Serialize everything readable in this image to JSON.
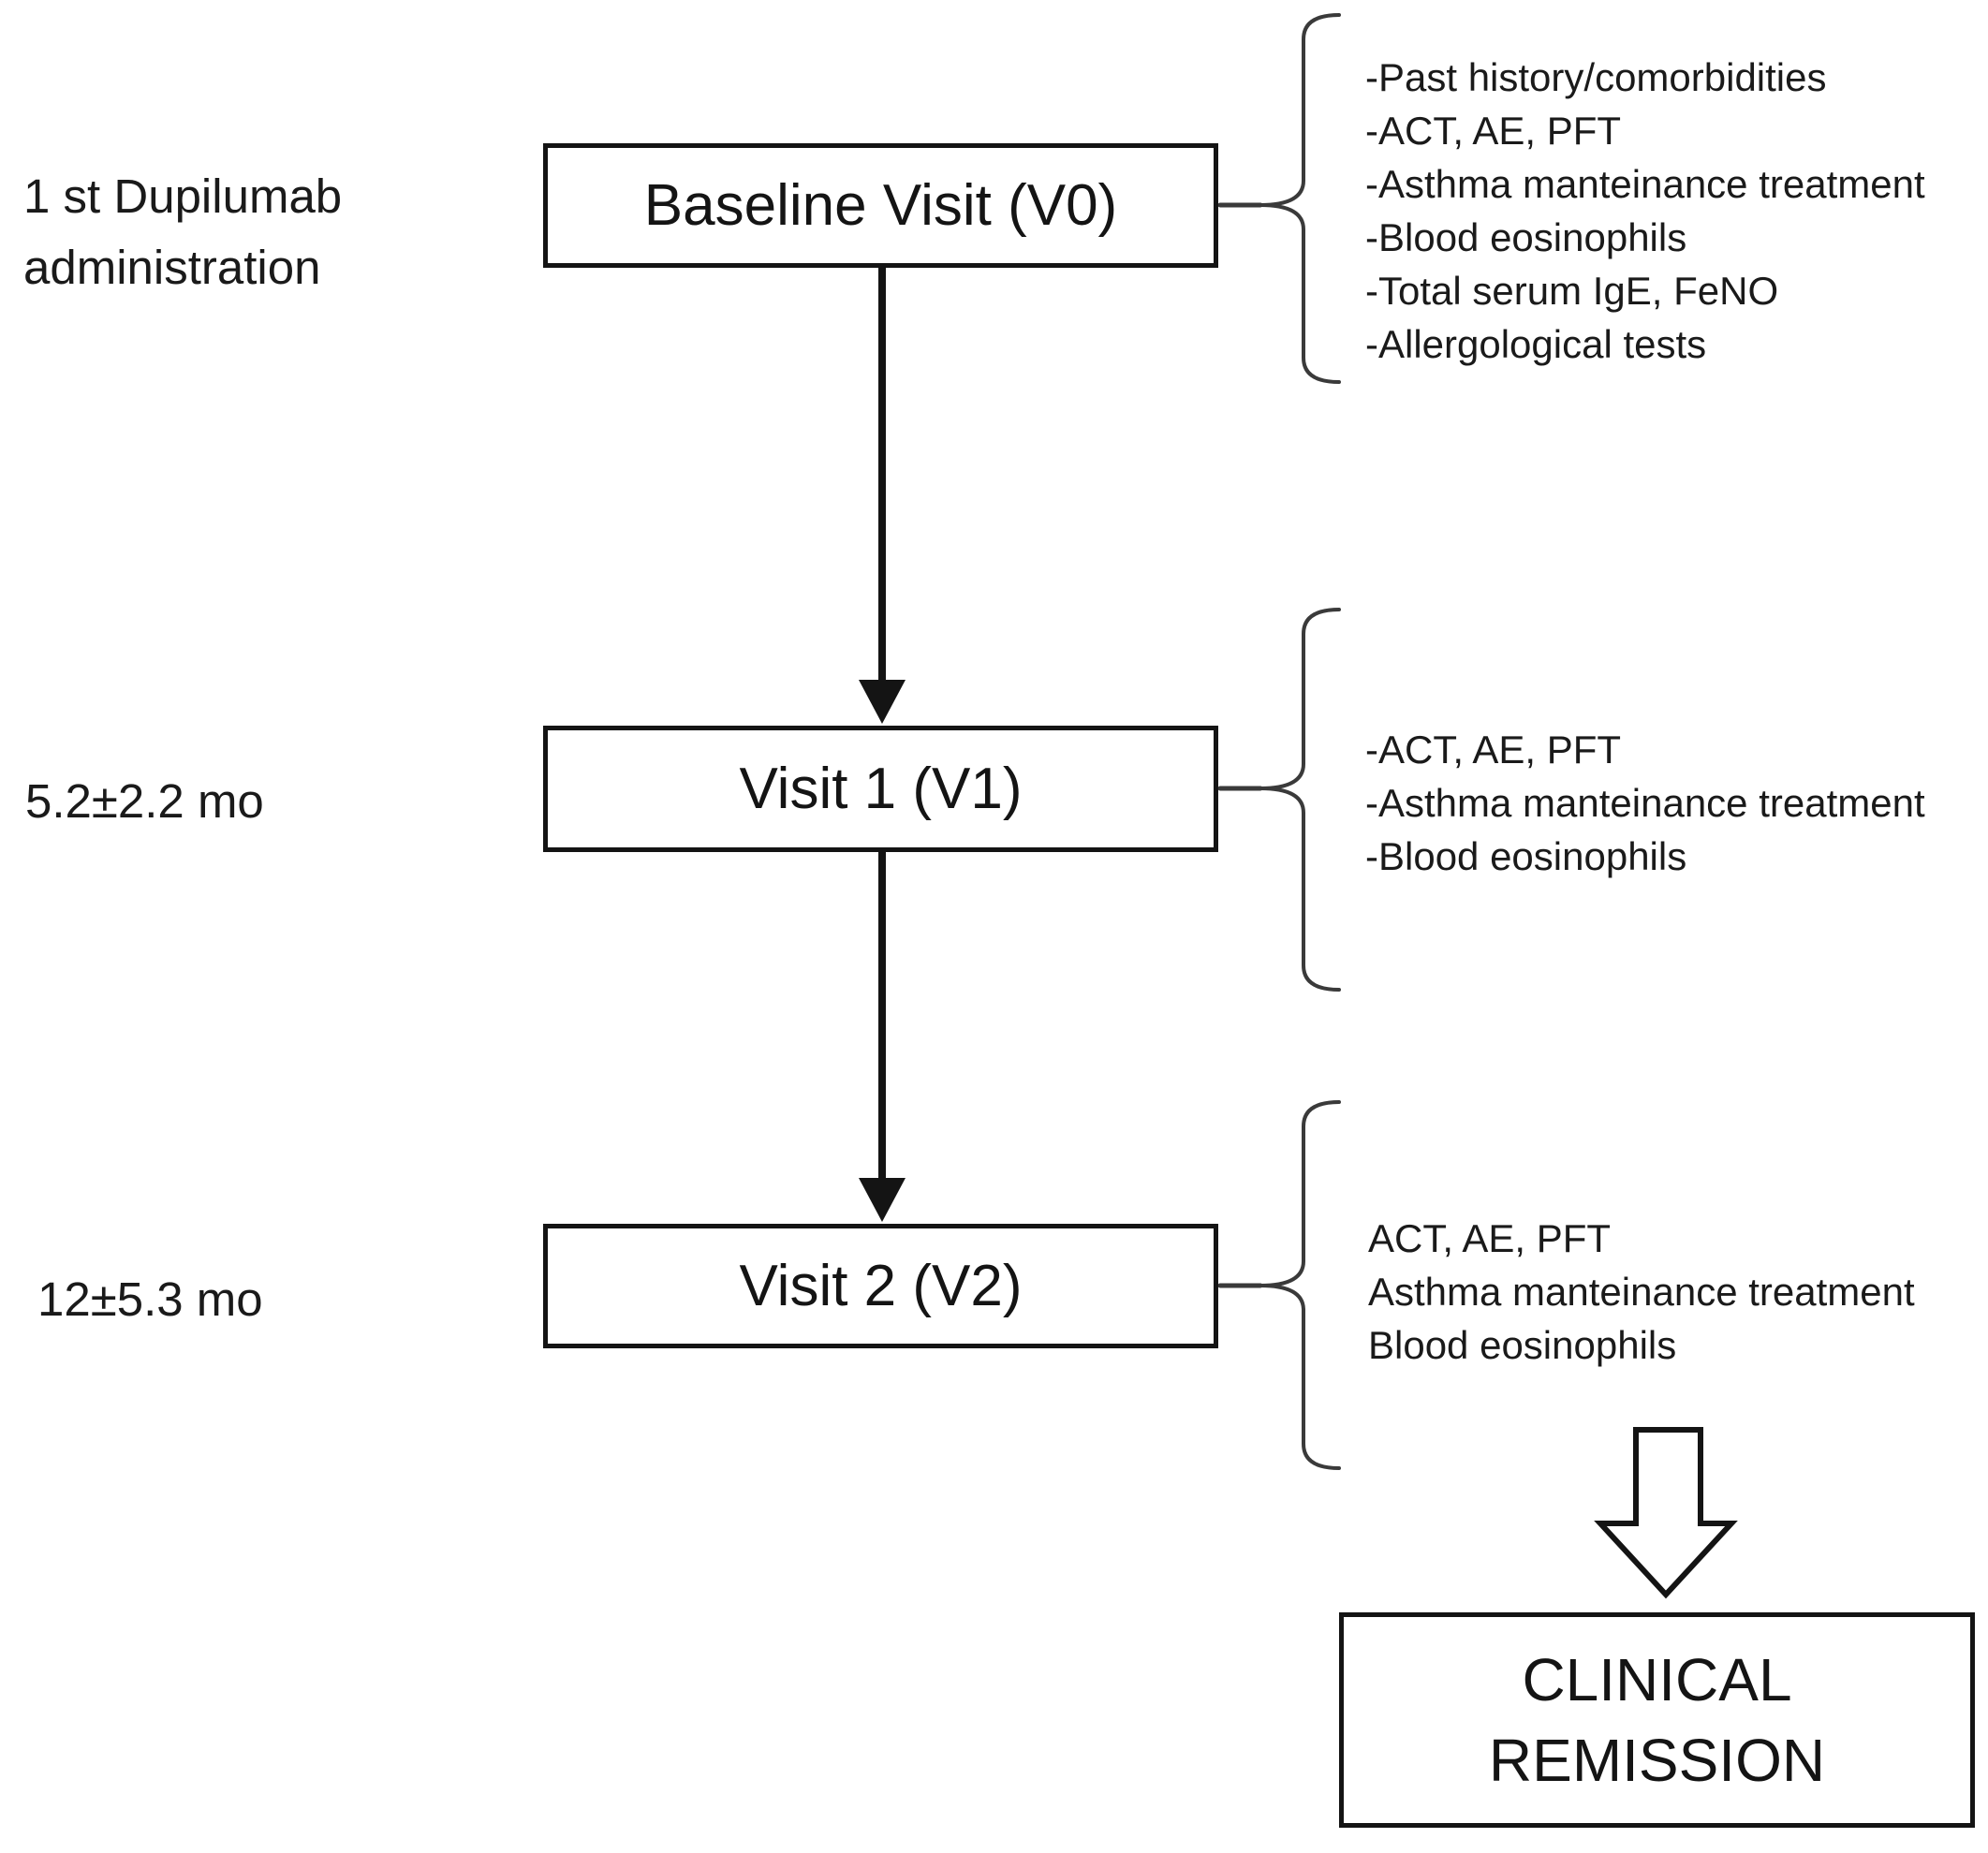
{
  "colors": {
    "ink": "#1a1a1a",
    "stroke": "#141414",
    "brace_stroke": "#3a3a3a",
    "background": "#ffffff"
  },
  "timeline": {
    "admin_label": "1 st Dupilumab\nadministration",
    "v1_interval": "5.2±2.2 mo",
    "v2_interval": "12±5.3 mo"
  },
  "visits": {
    "v0": {
      "label": "Baseline Visit (V0)",
      "assessments": [
        "-Past history/comorbidities",
        "-ACT, AE, PFT",
        "-Asthma manteinance treatment",
        "-Blood eosinophils",
        "-Total serum IgE, FeNO",
        "-Allergological tests"
      ]
    },
    "v1": {
      "label": "Visit 1 (V1)",
      "assessments": [
        "-ACT, AE, PFT",
        "-Asthma manteinance treatment",
        "-Blood eosinophils"
      ]
    },
    "v2": {
      "label": "Visit 2 (V2)",
      "assessments": [
        "ACT, AE, PFT",
        "Asthma manteinance treatment",
        "Blood eosinophils"
      ]
    }
  },
  "outcome": {
    "label": "CLINICAL\nREMISSION"
  }
}
